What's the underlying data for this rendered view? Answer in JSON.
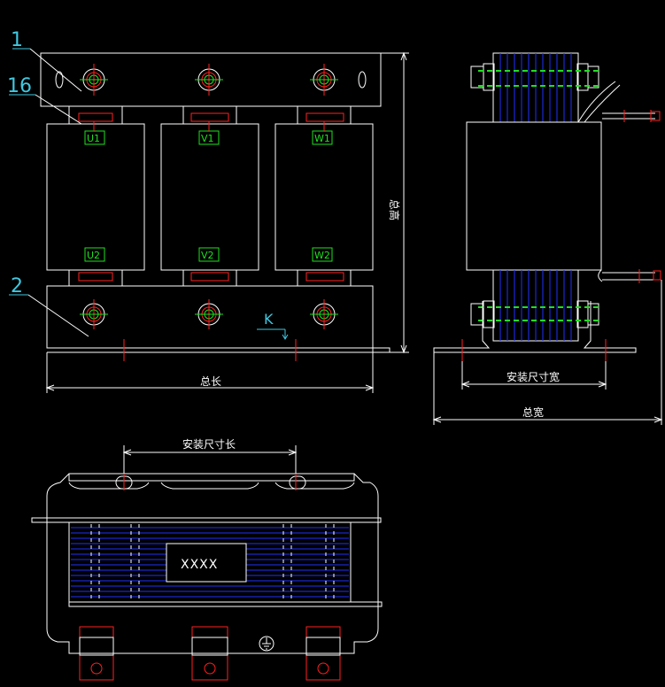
{
  "callouts": {
    "one": "1",
    "sixteen": "16",
    "two": "2",
    "k": "K"
  },
  "terminals_top": [
    "U1",
    "V1",
    "W1"
  ],
  "terminals_bottom": [
    "U2",
    "V2",
    "W2"
  ],
  "dimensions": {
    "total_height": "总高",
    "total_length": "总长",
    "mount_width": "安装尺寸宽",
    "total_width": "总宽",
    "mount_length": "安装尺寸长"
  },
  "nameplate": "XXXX",
  "colors": {
    "background": "#000000",
    "outline": "#ffffff",
    "red": "#ff2020",
    "green": "#20e020",
    "blue": "#2030ff",
    "cyan": "#40c8e0"
  },
  "icons": [
    "ground-symbol-icon",
    "bolt-nut-icon"
  ]
}
